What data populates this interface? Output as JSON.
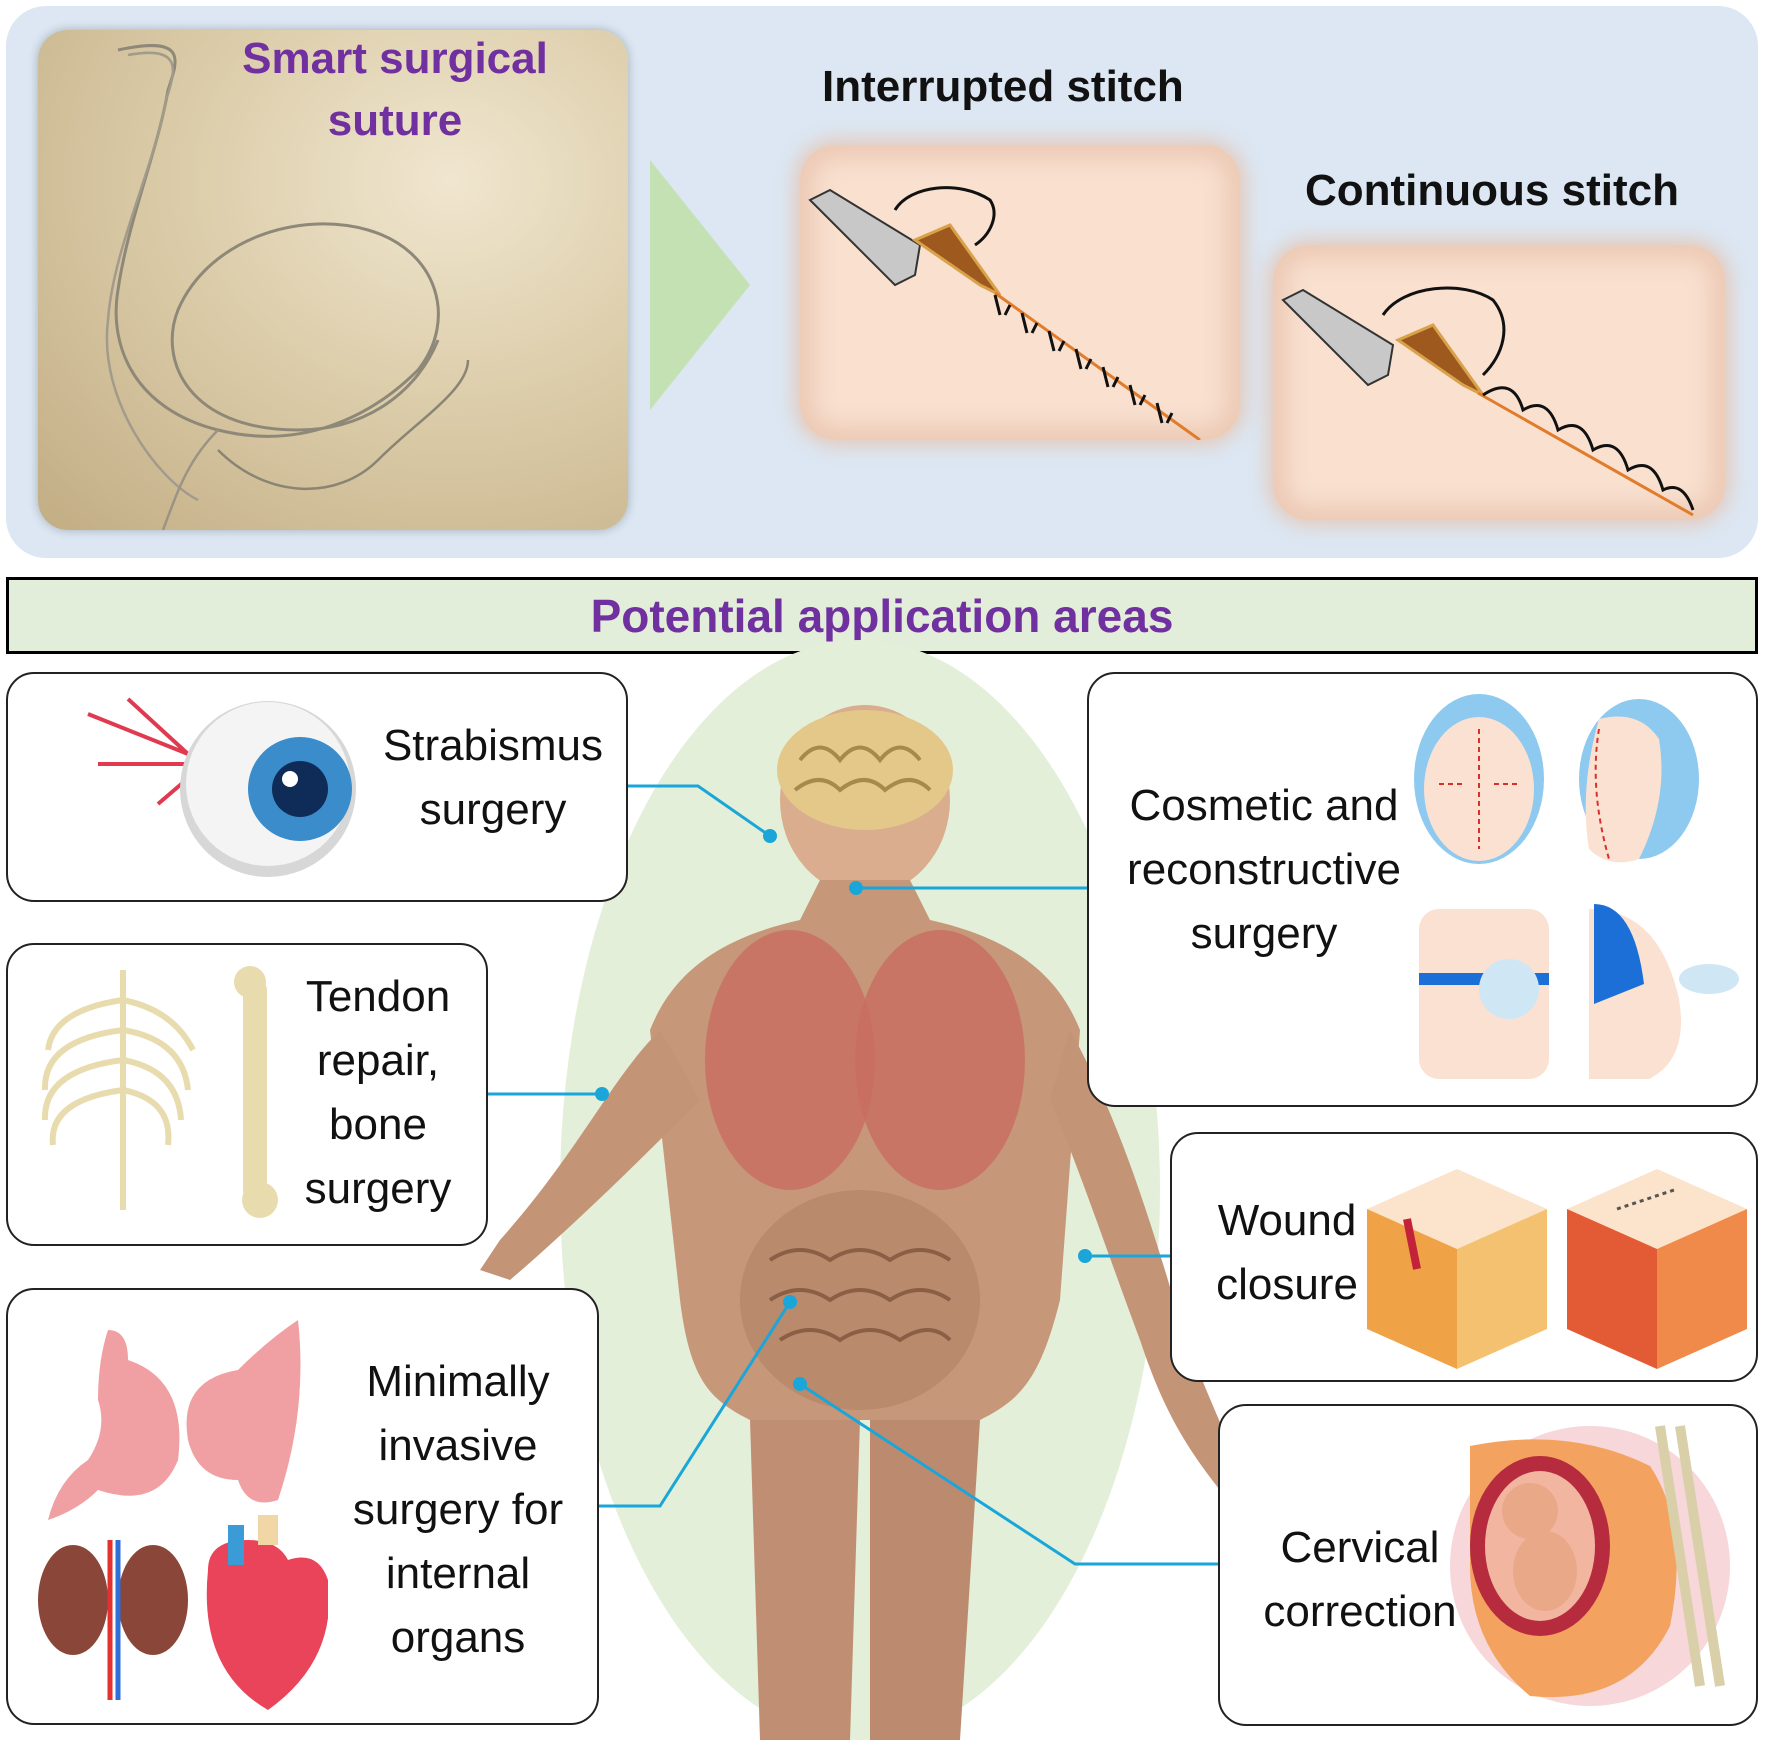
{
  "top": {
    "suture_title_line1": "Smart surgical",
    "suture_title_line2": "suture",
    "interrupted_title": "Interrupted stitch",
    "continuous_title": "Continuous stitch"
  },
  "header": {
    "title": "Potential application areas"
  },
  "applications": {
    "strabismus": {
      "line1": "Strabismus",
      "line2": "surgery"
    },
    "tendon": {
      "line1": "Tendon",
      "line2": "repair,",
      "line3": "bone",
      "line4": "surgery"
    },
    "minimally": {
      "line1": "Minimally",
      "line2": "invasive",
      "line3": "surgery for",
      "line4": "internal",
      "line5": "organs"
    },
    "cosmetic": {
      "line1": "Cosmetic and",
      "line2": "reconstructive",
      "line3": "surgery"
    },
    "wound": {
      "line1": "Wound",
      "line2": "closure"
    },
    "cervical": {
      "line1": "Cervical",
      "line2": "correction"
    }
  },
  "colors": {
    "title_purple": "#7030a0",
    "panel_blue": "#dce7f3",
    "header_green": "#e2eed9",
    "leader_line": "#1aa6d9"
  }
}
